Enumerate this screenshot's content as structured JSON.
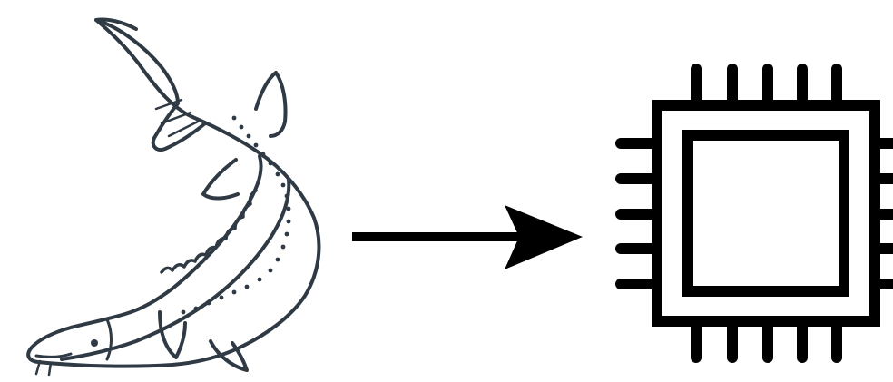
{
  "diagram": {
    "nodes": [
      {
        "id": "source",
        "icon": "sturgeon-fish-icon"
      },
      {
        "id": "target",
        "icon": "cpu-chip-icon"
      }
    ],
    "edges": [
      {
        "from": "source",
        "to": "target",
        "style": "solid-arrow"
      }
    ],
    "colors": {
      "fish_line": "#2f3a44",
      "arrow": "#000000",
      "chip": "#000000",
      "background": "#ffffff"
    }
  }
}
